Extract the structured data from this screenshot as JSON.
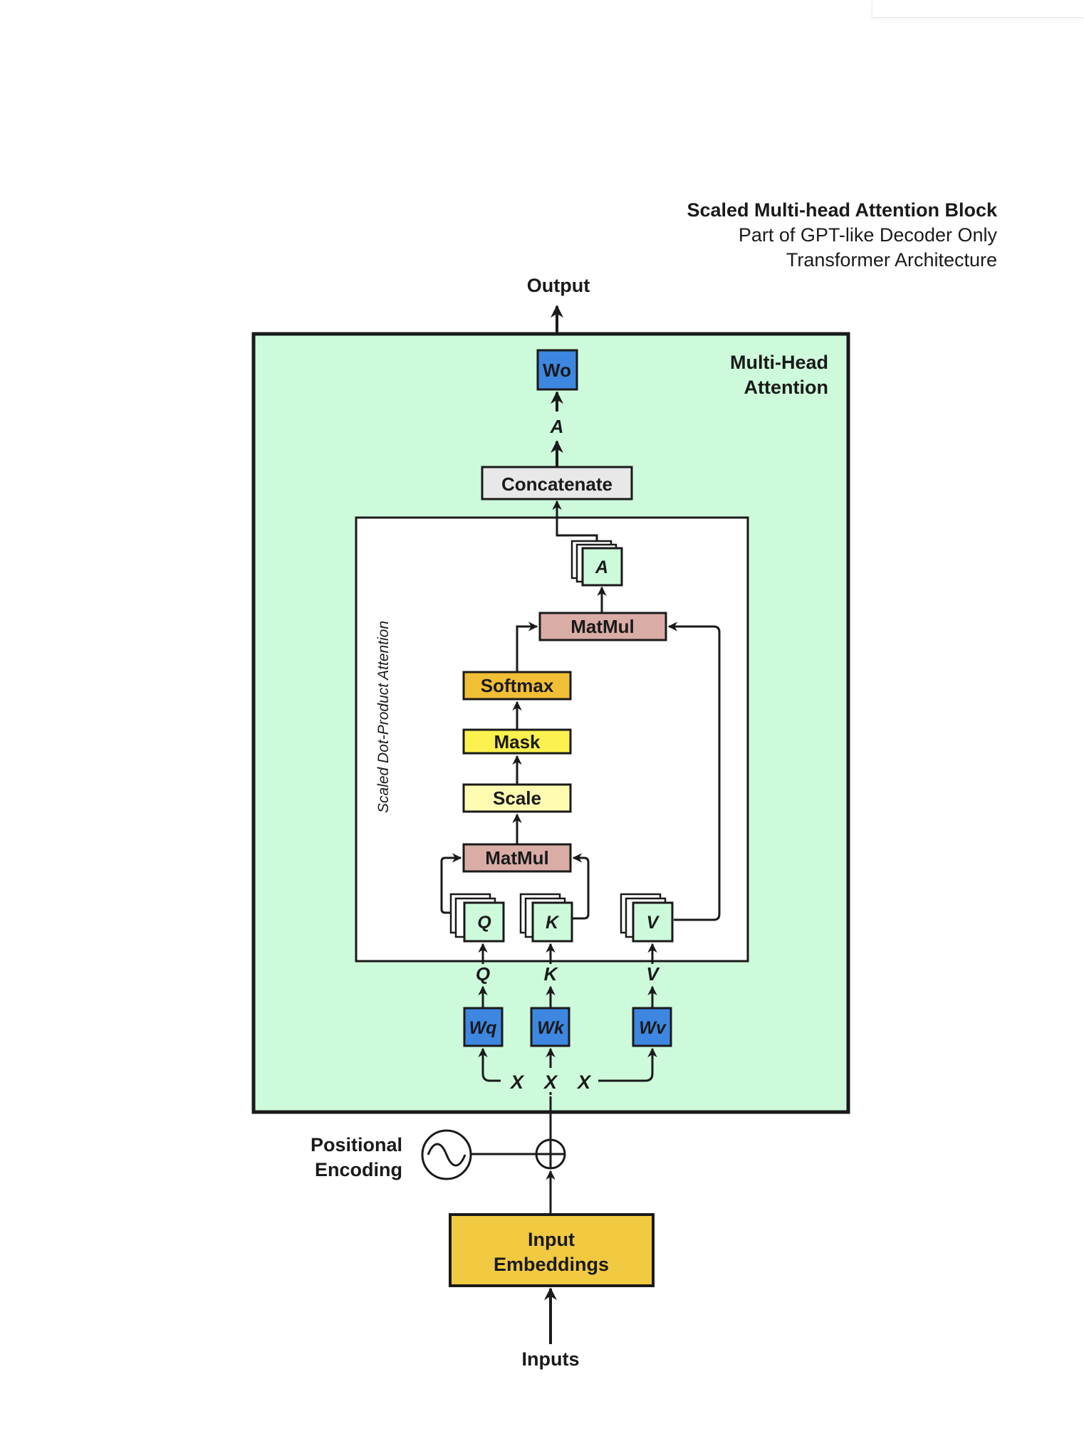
{
  "title": {
    "main": "Scaled Multi-head Attention Block",
    "line2": "Part of GPT-like Decoder Only",
    "line3": "Transformer Architecture"
  },
  "labels": {
    "output": "Output",
    "inputs": "Inputs",
    "mha_line1": "Multi-Head",
    "mha_line2": "Attention",
    "sdpa": "Scaled Dot-Product Attention",
    "pos_line1": "Positional",
    "pos_line2": "Encoding",
    "emb_line1": "Input",
    "emb_line2": "Embeddings"
  },
  "blocks": {
    "wo": "Wo",
    "a_out": "A",
    "concat": "Concatenate",
    "a_stack": "A",
    "matmul_top": "MatMul",
    "softmax": "Softmax",
    "mask": "Mask",
    "scale": "Scale",
    "matmul_bottom": "MatMul",
    "q_stack": "Q",
    "k_stack": "K",
    "v_stack": "V",
    "q": "Q",
    "k": "K",
    "v": "V",
    "wq": "Wq",
    "wk": "Wk",
    "wv": "Wv",
    "x1": "X",
    "x2": "X",
    "x3": "X"
  },
  "colors": {
    "mha_fill": "#cdfadb",
    "weight_fill": "#3d87e1",
    "concat_fill": "#e8e8e8",
    "matmul_fill": "#d9ada6",
    "softmax_fill": "#f1bf36",
    "mask_fill": "#fbf14e",
    "scale_fill": "#fffcb1",
    "stack_fill": "#cdfadb",
    "embedding_fill": "#f1ca42",
    "stroke": "#1a1a1a"
  }
}
